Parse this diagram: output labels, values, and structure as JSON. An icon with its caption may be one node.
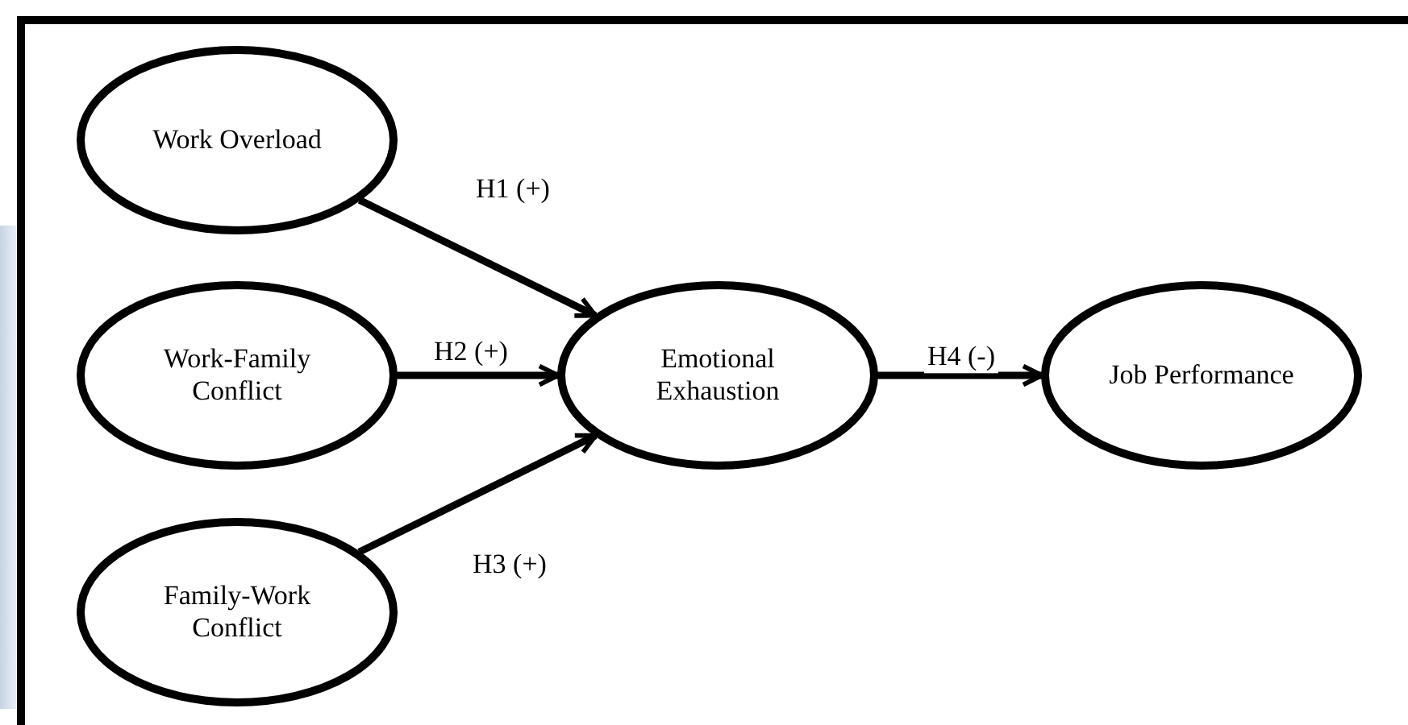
{
  "diagram": {
    "nodes": [
      {
        "text": [
          "Work Overload"
        ]
      },
      {
        "text": [
          "Work-Family Conflict"
        ]
      },
      {
        "text": [
          "Family-Work Conflict"
        ]
      },
      {
        "text": [
          "Emotional Exhaustion"
        ]
      },
      {
        "text": [
          "Job Performance"
        ]
      }
    ],
    "edges": [
      {
        "from": 0,
        "to": 3,
        "arrow": "to",
        "label": "H1 (+)"
      },
      {
        "from": 1,
        "to": 3,
        "arrow": "to",
        "label": "H2 (+)"
      },
      {
        "from": 2,
        "to": 3,
        "arrow": "to",
        "label": "H3 (+)"
      },
      {
        "from": 3,
        "to": 4,
        "arrow": "to",
        "label": "H4 (-)"
      }
    ]
  }
}
